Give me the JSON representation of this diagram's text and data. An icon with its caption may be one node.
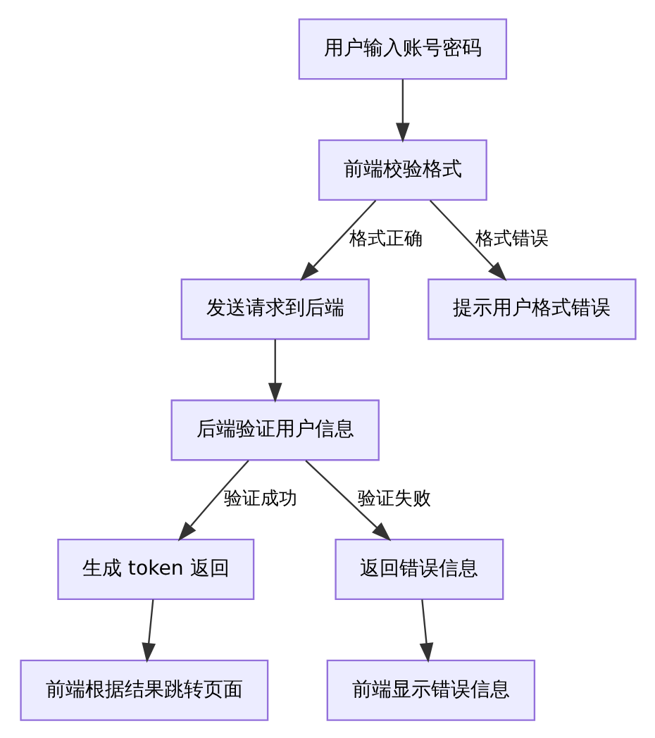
{
  "diagram": {
    "nodes": [
      {
        "text": [
          "用户输入账号密码"
        ]
      },
      {
        "text": [
          "前端校验格式"
        ]
      },
      {
        "text": [
          "发送请求到后端"
        ]
      },
      {
        "text": [
          "提示用户格式错误"
        ]
      },
      {
        "text": [
          "后端验证用户信息"
        ]
      },
      {
        "text": [
          "生成 token 返回"
        ]
      },
      {
        "text": [
          "返回错误信息"
        ]
      },
      {
        "text": [
          "前端根据结果跳转页面"
        ]
      },
      {
        "text": [
          "前端显示错误信息"
        ]
      }
    ],
    "edges": [
      {
        "from": 0,
        "to": 1,
        "arrow": "to"
      },
      {
        "from": 1,
        "to": 2,
        "arrow": "to",
        "label": "格式正确"
      },
      {
        "from": 1,
        "to": 3,
        "arrow": "to",
        "label": "格式错误"
      },
      {
        "from": 2,
        "to": 4,
        "arrow": "to"
      },
      {
        "from": 4,
        "to": 5,
        "arrow": "to",
        "label": "验证成功"
      },
      {
        "from": 4,
        "to": 6,
        "arrow": "to",
        "label": "验证失败"
      },
      {
        "from": 5,
        "to": 7,
        "arrow": "to"
      },
      {
        "from": 6,
        "to": 8,
        "arrow": "to"
      }
    ]
  }
}
